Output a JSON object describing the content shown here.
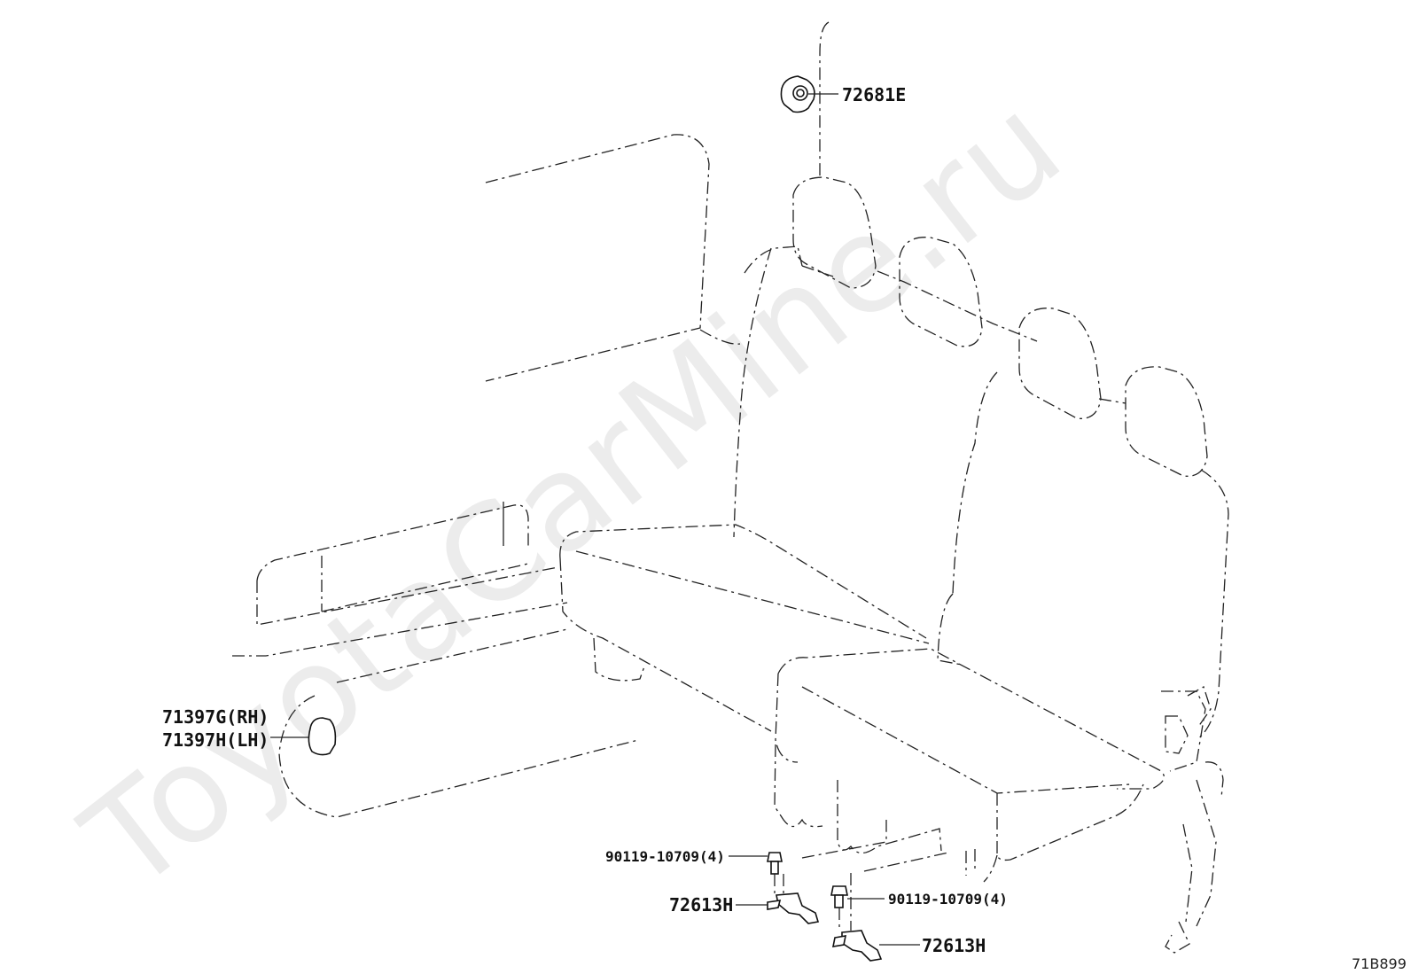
{
  "watermark": "ToyotaCarMine.ru",
  "diagram_code": "71B899",
  "callouts": {
    "headrest_guide": "72681E",
    "cover_rh": "71397G(RH)",
    "cover_lh": "71397H(LH)",
    "bolt_left": "90119-10709(4)",
    "bolt_right": "90119-10709(4)",
    "bracket_left": "72613H",
    "bracket_right": "72613H"
  }
}
